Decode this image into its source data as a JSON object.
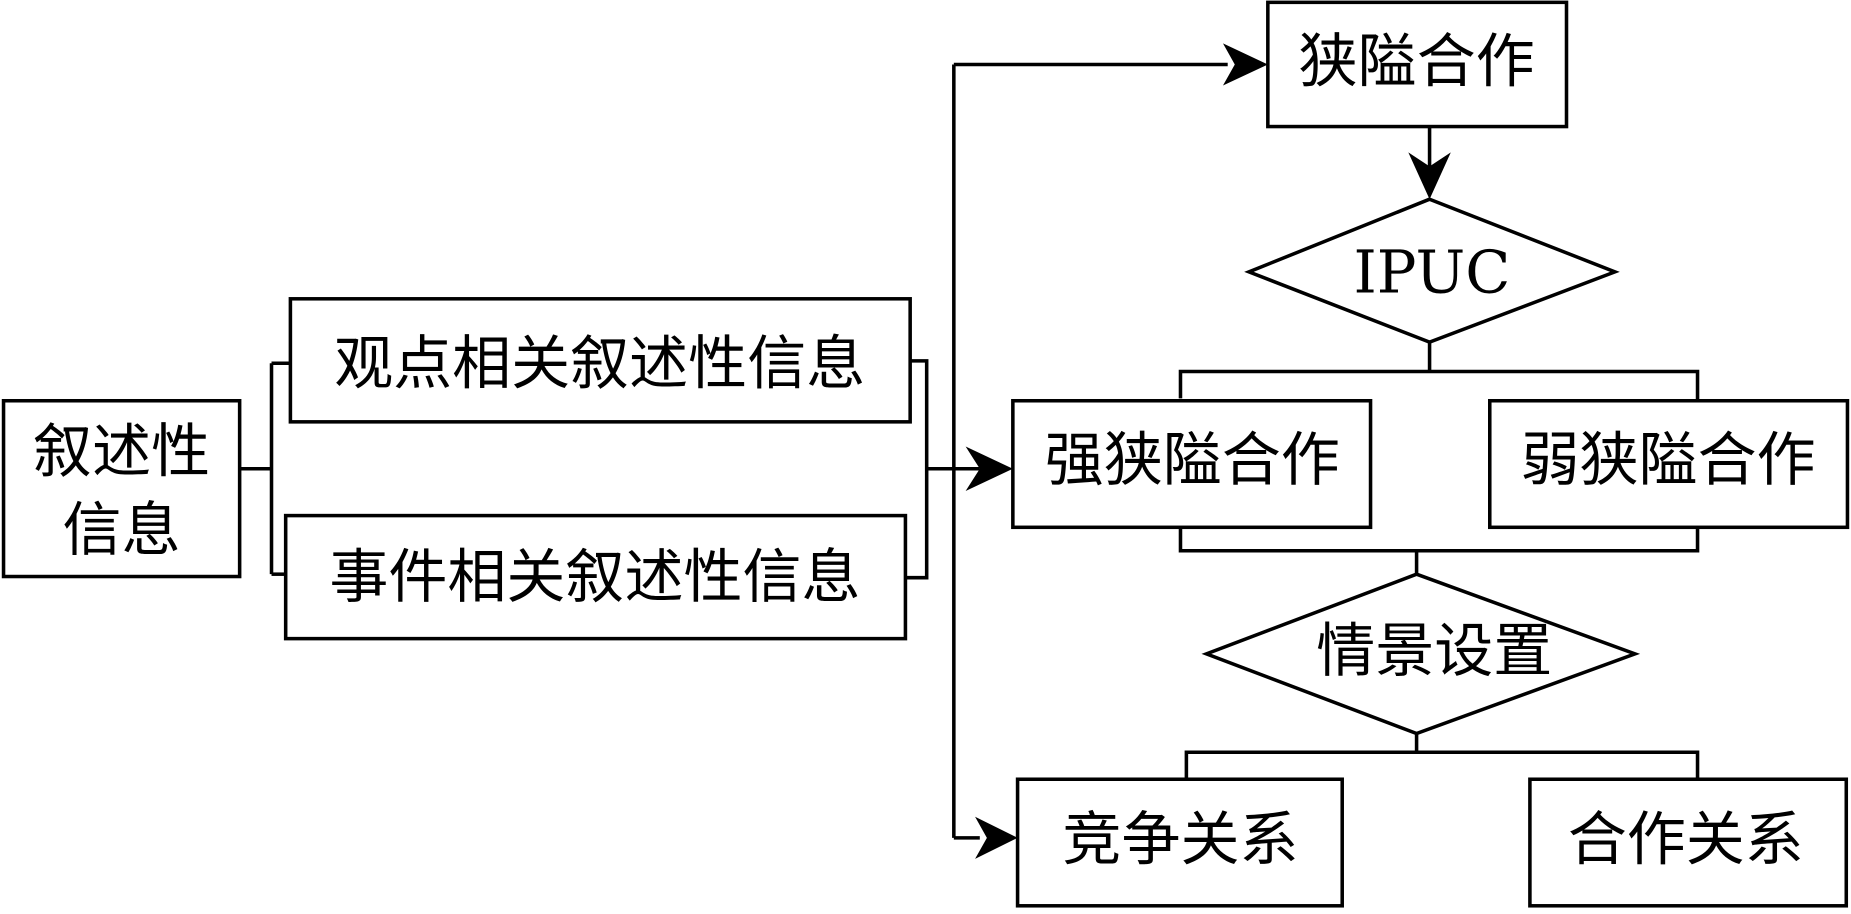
{
  "diagram": {
    "nodes": {
      "narrative_info": {
        "line1": "叙述性",
        "line2": "信息"
      },
      "opinion_narrative": {
        "label": "观点相关叙述性信息"
      },
      "event_narrative": {
        "label": "事件相关叙述性信息"
      },
      "narrow_cooperation": {
        "label": "狭隘合作"
      },
      "ipuc": {
        "label": "IPUC"
      },
      "strong_narrow": {
        "label": "强狭隘合作"
      },
      "weak_narrow": {
        "label": "弱狭隘合作"
      },
      "scenario_setting": {
        "label": "情景设置"
      },
      "competition": {
        "label": "竞争关系"
      },
      "cooperation": {
        "label": "合作关系"
      }
    },
    "colors": {
      "stroke": "#000000",
      "fill": "#ffffff"
    }
  }
}
